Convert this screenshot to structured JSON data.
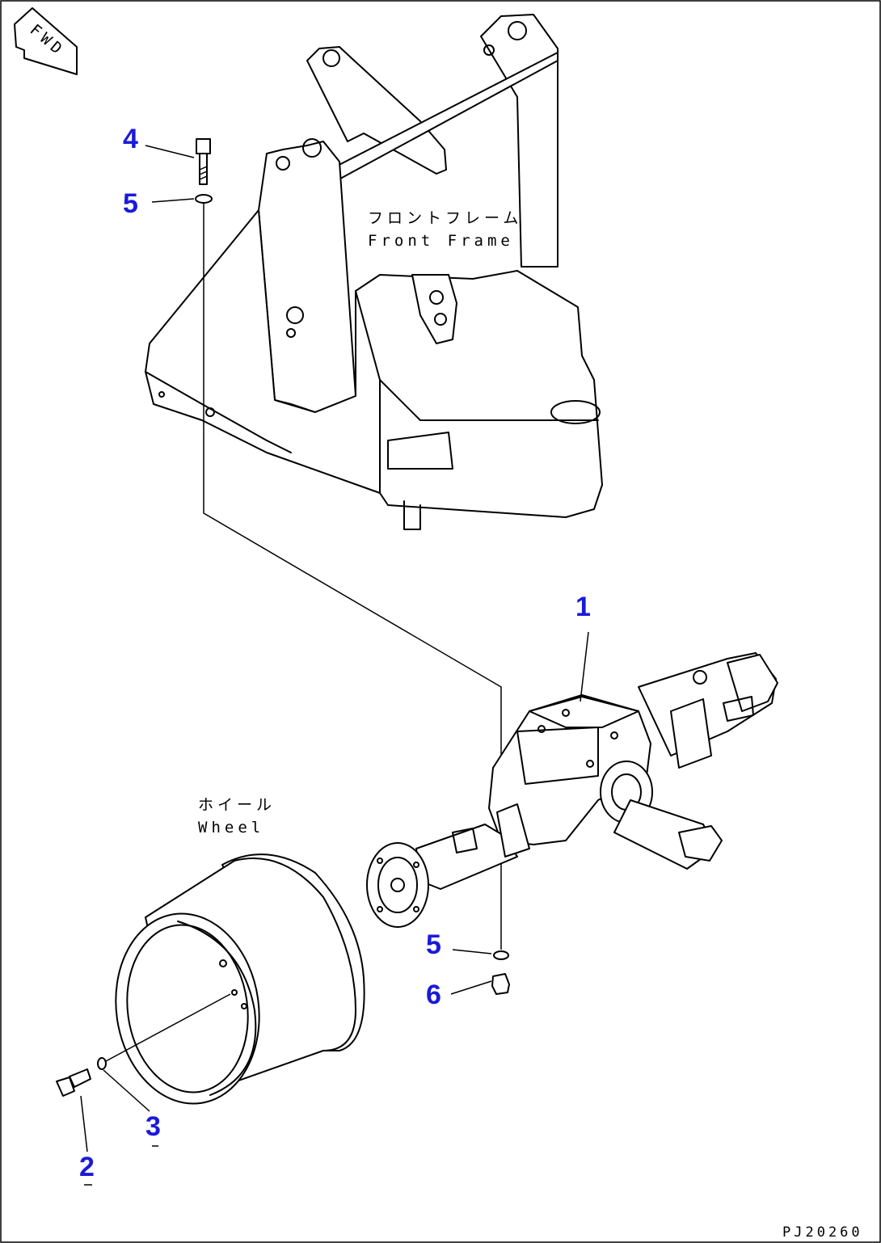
{
  "fwd_marker": "FWD",
  "labels": {
    "frame_jp": "フロントフレーム",
    "frame_en": "Front Frame",
    "wheel_jp": "ホイール",
    "wheel_en": "Wheel"
  },
  "callouts": [
    {
      "id": "axle",
      "text": "1"
    },
    {
      "id": "wheel-bolt",
      "text": "2"
    },
    {
      "id": "wheel-washer",
      "text": "3"
    },
    {
      "id": "mount-bolt",
      "text": "4"
    },
    {
      "id": "mount-washer-top",
      "text": "5"
    },
    {
      "id": "mount-washer-bottom",
      "text": "5"
    },
    {
      "id": "mount-nut",
      "text": "6"
    }
  ],
  "drawing_code": "PJ20260"
}
